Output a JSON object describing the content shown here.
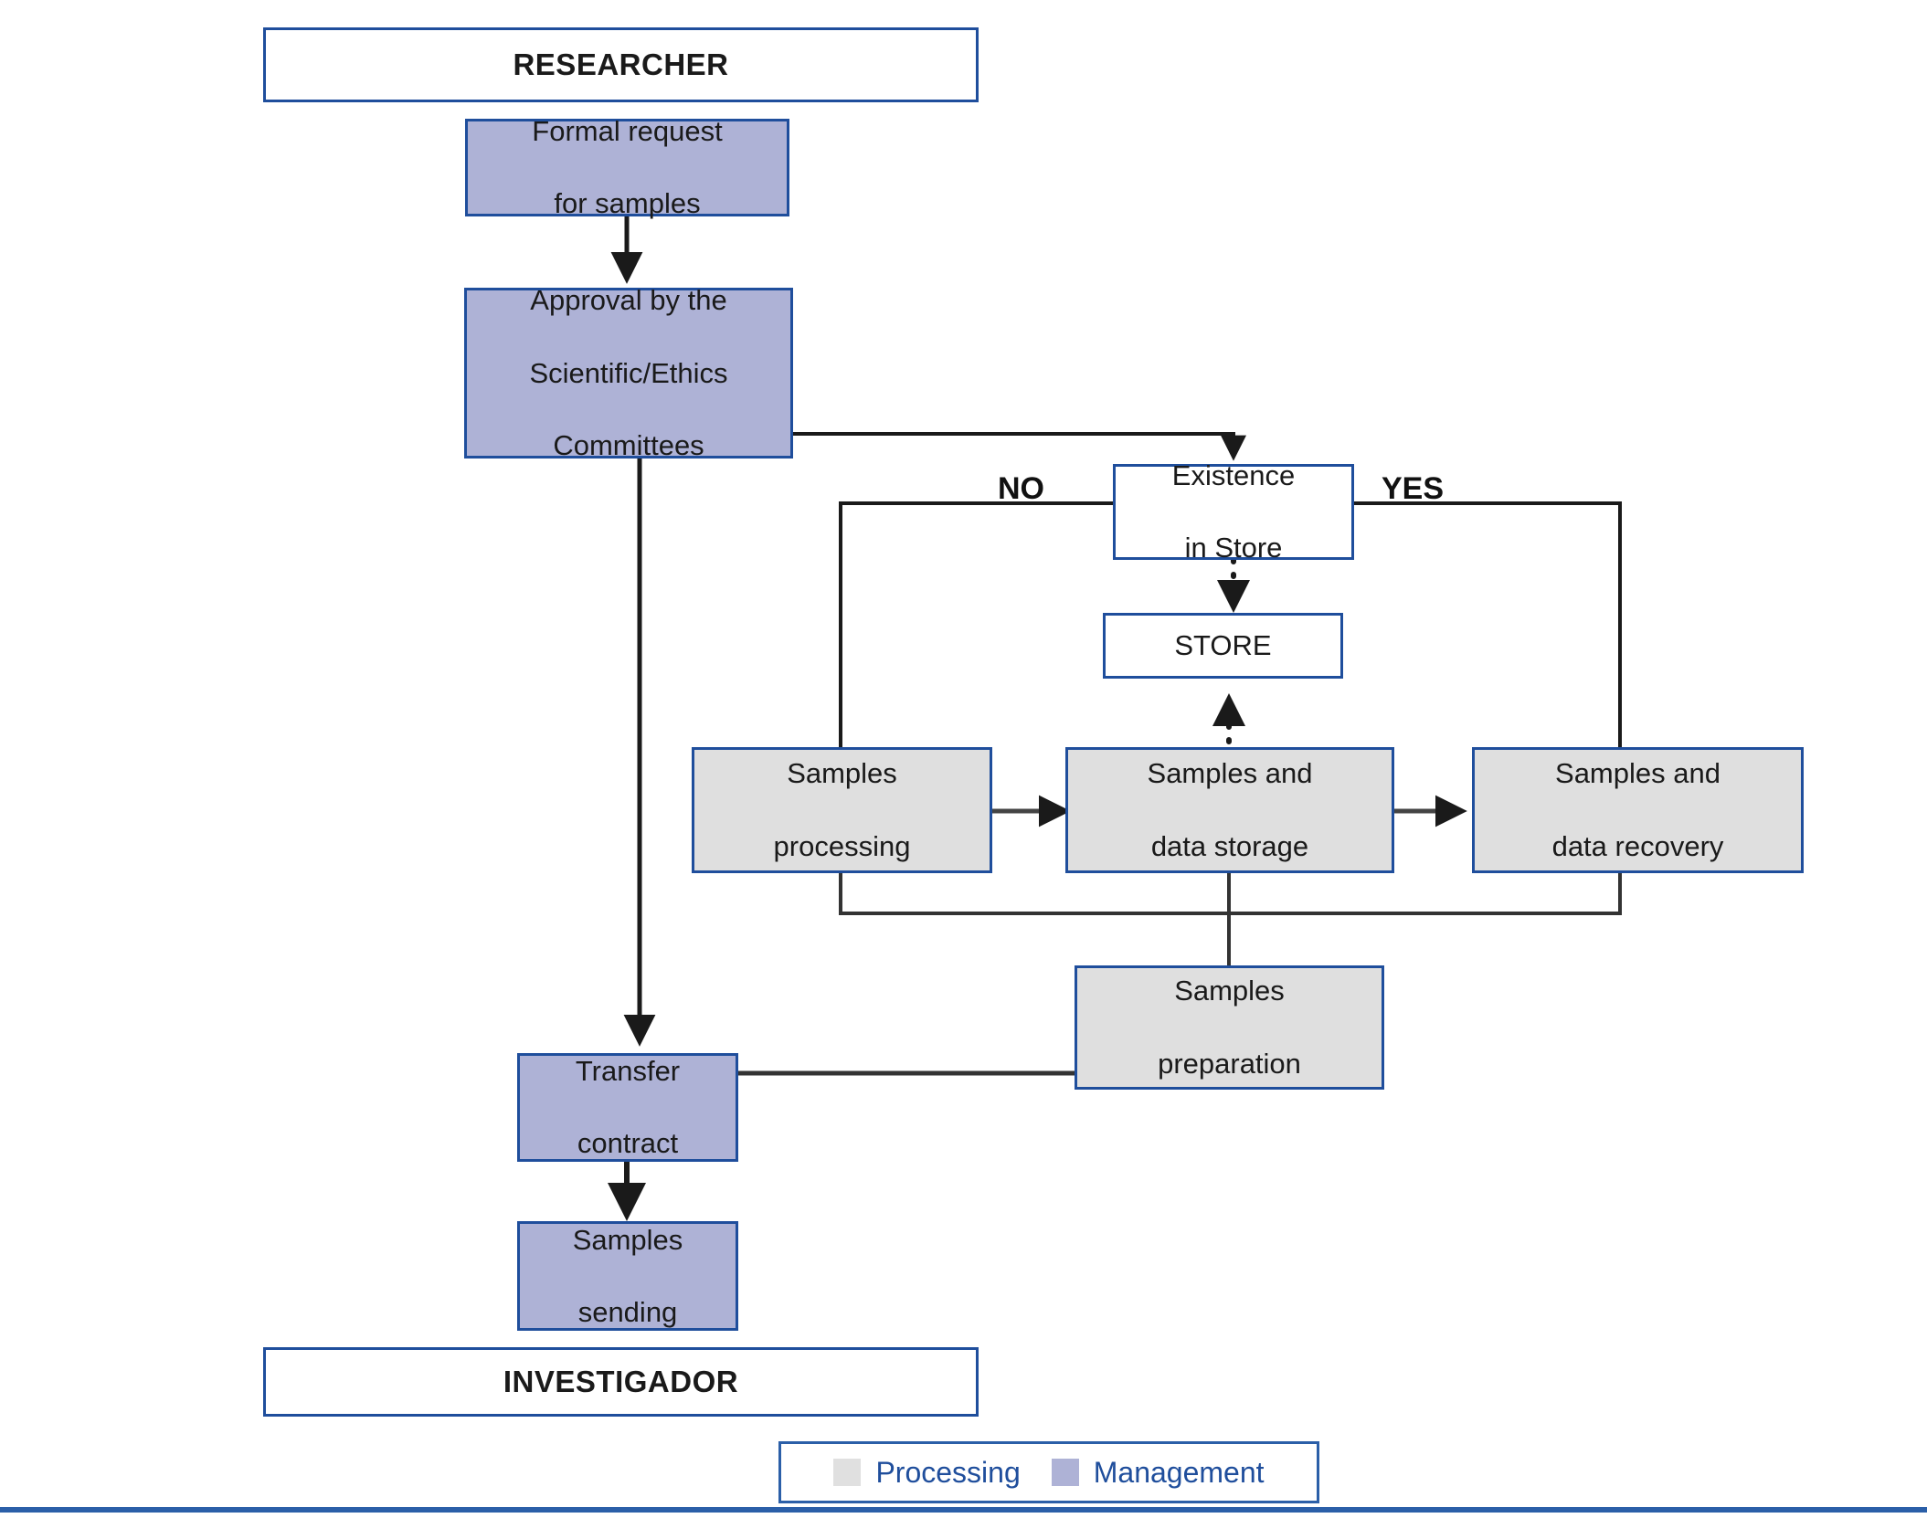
{
  "diagram": {
    "title_top_actor": "RESEARCHER",
    "title_bottom_actor": "INVESTIGADOR",
    "colors": {
      "management_fill": "#AEB2D6",
      "processing_fill": "#DFDFDF",
      "box_border": "#1F4E9C",
      "legend_text": "#1F4E9C",
      "connector": "#222222"
    },
    "nodes": {
      "researcher": "RESEARCHER",
      "formal_request": "Formal request\nfor samples",
      "formal_request_line1": "Formal request",
      "formal_request_line2": "for samples",
      "approval_line1": "Approval by the",
      "approval_line2": "Scientific/Ethics",
      "approval_line3": "Committees",
      "existence_line1": "Existence",
      "existence_line2": "in Store",
      "store": "STORE",
      "samples_processing_line1": "Samples",
      "samples_processing_line2": "processing",
      "samples_data_storage_line1": "Samples and",
      "samples_data_storage_line2": "data storage",
      "samples_data_recovery_line1": "Samples and",
      "samples_data_recovery_line2": "data recovery",
      "samples_preparation_line1": "Samples",
      "samples_preparation_line2": "preparation",
      "transfer_contract_line1": "Transfer",
      "transfer_contract_line2": "contract",
      "samples_sending_line1": "Samples",
      "samples_sending_line2": "sending",
      "investigador": "INVESTIGADOR"
    },
    "edge_labels": {
      "no": "NO",
      "yes": "YES"
    },
    "legend": {
      "processing": "Processing",
      "management": "Management"
    }
  }
}
